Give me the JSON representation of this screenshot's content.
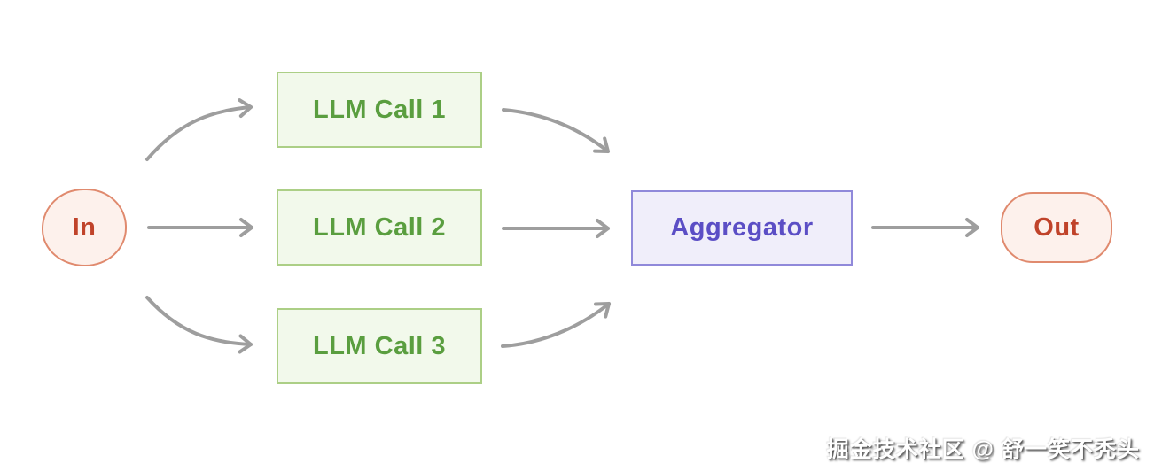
{
  "diagram": {
    "type": "flow-diagram",
    "description": "Parallelization workflow: input fans out to three LLM calls whose outputs are combined by an aggregator",
    "nodes": {
      "in": {
        "label": "In"
      },
      "llm_calls": [
        {
          "label": "LLM Call 1"
        },
        {
          "label": "LLM Call 2"
        },
        {
          "label": "LLM Call 3"
        }
      ],
      "aggregator": {
        "label": "Aggregator"
      },
      "out": {
        "label": "Out"
      }
    },
    "edges": [
      {
        "from": "in",
        "to": "llm-call-1"
      },
      {
        "from": "in",
        "to": "llm-call-2"
      },
      {
        "from": "in",
        "to": "llm-call-3"
      },
      {
        "from": "llm-call-1",
        "to": "aggregator"
      },
      {
        "from": "llm-call-2",
        "to": "aggregator"
      },
      {
        "from": "llm-call-3",
        "to": "aggregator"
      },
      {
        "from": "aggregator",
        "to": "out"
      }
    ],
    "colors": {
      "terminal_fill": "#fdf1ec",
      "terminal_border": "#e08a6e",
      "terminal_text": "#c0432a",
      "llm_fill": "#f2f9eb",
      "llm_border": "#accf86",
      "llm_text": "#5a9e3f",
      "aggregator_fill": "#f0eefa",
      "aggregator_border": "#9089da",
      "aggregator_text": "#5b4ec5",
      "arrow": "#9e9e9e",
      "background": "#ffffff"
    }
  },
  "watermark": {
    "text": "掘金技术社区 @ 舒一笑不秃头"
  }
}
